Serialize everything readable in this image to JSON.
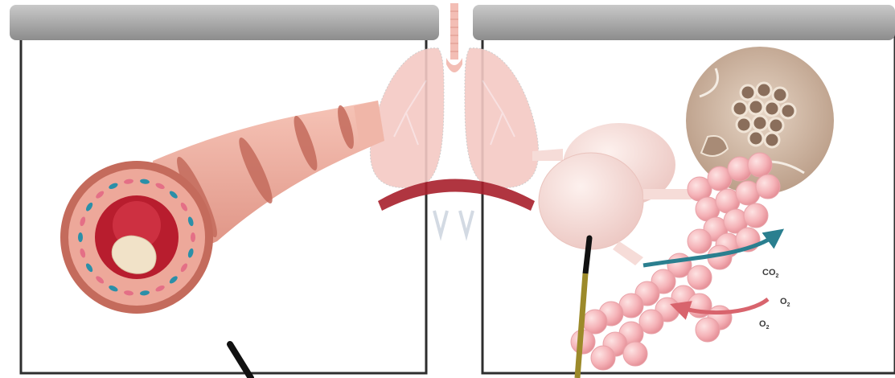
{
  "labels": {
    "co2_main": "CO",
    "co2_sub": "2",
    "o2_upper_main": "O",
    "o2_upper_sub": "2",
    "o2_lower_main": "O",
    "o2_lower_sub": "2"
  },
  "colors": {
    "board_top": "#a9a9a9",
    "board_frame": "#2e2e2e",
    "airway_tissue": "#eda89a",
    "airway_dark": "#c46b5c",
    "lumen_red": "#b81d2e",
    "mucus": "#f1e2c8",
    "cell_blue": "#2b8fa8",
    "lung_pink": "#f4c9c4",
    "diaphragm": "#a8202c",
    "alveolus": "#f7bcc0",
    "sac_pale": "#f6dcd8",
    "magnified_tan": "#c7ad98",
    "arrow_teal": "#2a7f8f",
    "arrow_red": "#d8646d",
    "pointer_olive": "#9c8a2a"
  }
}
